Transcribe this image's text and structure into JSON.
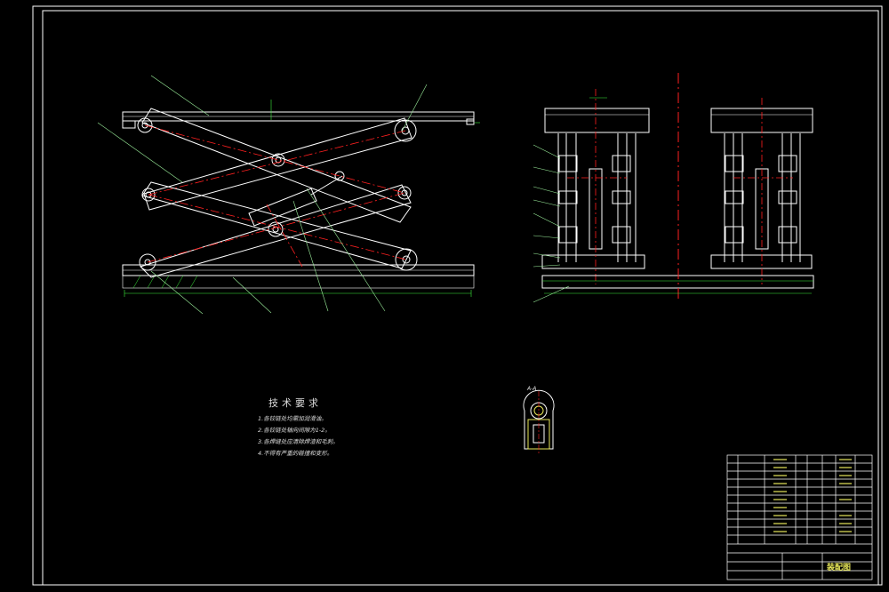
{
  "drawing": {
    "title_block_name": "装配图",
    "section_label": "A-A"
  },
  "technical_requirements": {
    "title": "技术要求",
    "items": [
      "1.各铰链处均需加润滑油。",
      "2.各铰链处轴向间隙为1-2。",
      "3.各焊缝处应清除焊渣和毛刺。",
      "4.不得有严重的碰撞和变形。"
    ]
  },
  "colors": {
    "background": "#000000",
    "outline": "#ffffff",
    "centerline": "#ff2020",
    "dimension": "#3cf03c",
    "leader": "#9cf09c",
    "title_text": "#e8e85a"
  },
  "icons": [
    "scissor-lift-front-view",
    "scissor-lift-side-view",
    "section-a-a-view",
    "bill-of-materials-table"
  ]
}
